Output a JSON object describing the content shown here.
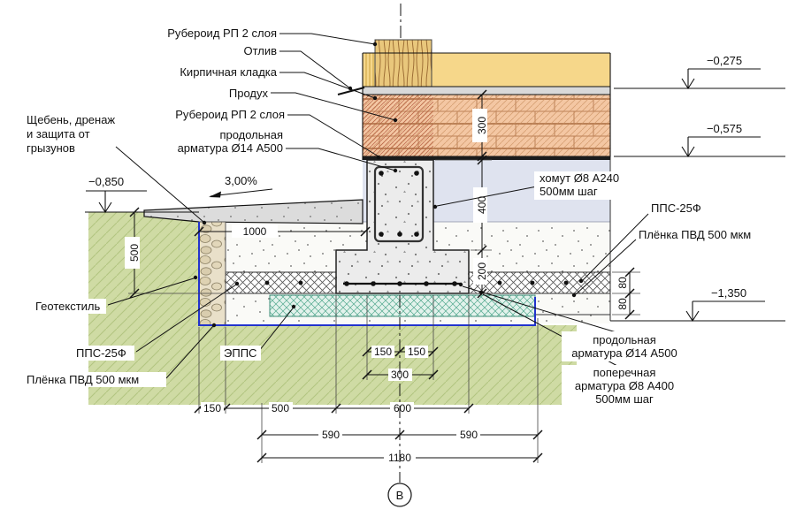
{
  "labels": {
    "ruberoid_top": "Рубероид РП 2 слоя",
    "otliv": "Отлив",
    "brick": "Кирпичная кладка",
    "produh": "Продух",
    "ruberoid2": "Рубероид РП 2 слоя",
    "rebar_top1": "продольная",
    "rebar_top2": "арматура Ø14 А500",
    "gravel1": "Щебень, дренаж",
    "gravel2": "и защита от",
    "gravel3": "грызунов",
    "slope": "3,00%",
    "geotextile": "Геотекстиль",
    "pps_left": "ППС-25Ф",
    "film_left": "Плёнка ПВД 500 мкм",
    "epps": "ЭППС",
    "homut1": "хомут Ø8 А240",
    "homut2": "500мм шаг",
    "pps_right": "ППС-25Ф",
    "film_right": "Плёнка ПВД 500 мкм",
    "rebar_bot1": "продольная",
    "rebar_bot2": "арматура Ø14 А500",
    "cross1": "поперечная",
    "cross2": "арматура Ø8 А400",
    "cross3": "500мм шаг"
  },
  "elevations": {
    "top": "−0,275",
    "middle": "−0,575",
    "left": "−0,850",
    "bottom": "−1,350"
  },
  "dims": {
    "wall300": "300",
    "v400": "400",
    "v200": "200",
    "v80a": "80",
    "v80b": "80",
    "w1000": "1000",
    "left500": "500",
    "a150l": "150",
    "a150r": "150",
    "b300": "300",
    "c150": "150",
    "c500": "500",
    "c600": "600",
    "d590l": "590",
    "d590r": "590",
    "e1180": "1180"
  },
  "axis": {
    "label": "В"
  },
  "colors": {
    "soil_green": "#cfdba4",
    "brick_fill": "#f4c7a3",
    "timber": "#e9c77c",
    "insulation_yellow": "#f6d78a",
    "concrete": "#ececec",
    "foundation_gap": "#dfe3ef",
    "epps_teal": "#e3f2ec",
    "membrane_blue": "#2233cc",
    "line": "#111111"
  }
}
